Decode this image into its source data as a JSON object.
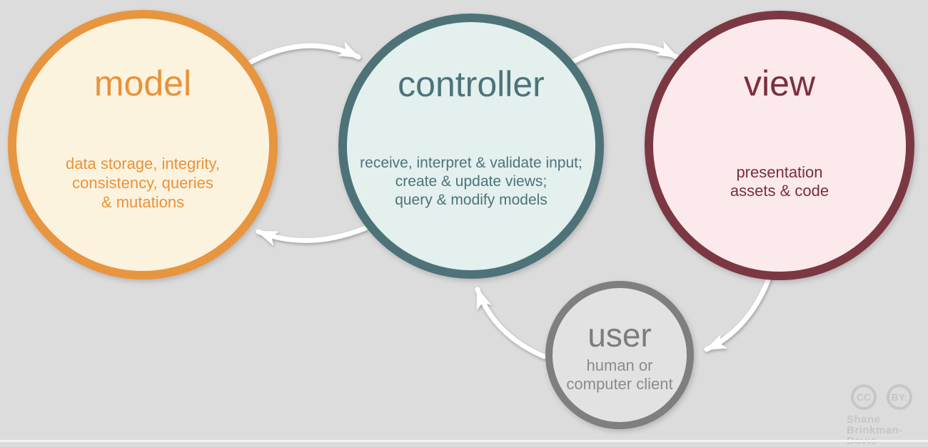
{
  "background_color": "#dcdcdc",
  "nodes": {
    "model": {
      "title": "model",
      "description_lines": [
        "data storage, integrity,",
        "consistency, queries",
        "& mutations"
      ],
      "border_color": "#e8953f",
      "fill_color": "#fcf3df",
      "text_color": "#e8923a"
    },
    "controller": {
      "title": "controller",
      "description_lines": [
        "receive, interpret & validate input;",
        "create & update views;",
        "query & modify models"
      ],
      "border_color": "#4d7378",
      "fill_color": "#e3f0ee",
      "text_color": "#4e737a"
    },
    "view": {
      "title": "view",
      "description_lines": [
        "presentation",
        "assets & code"
      ],
      "border_color": "#7b3843",
      "fill_color": "#fbe9eb",
      "text_color": "#7a2f3d"
    },
    "user": {
      "title": "user",
      "description_lines": [
        "human or",
        "computer client"
      ],
      "border_color": "#7f7f7f",
      "fill_color": "#e2e2e2",
      "text_color": "#7c7c7c"
    }
  },
  "arrows": {
    "color": "#ffffff",
    "items": [
      "model-to-controller",
      "controller-to-view",
      "view-to-user",
      "user-to-controller",
      "controller-to-model"
    ]
  },
  "attribution": {
    "badges": [
      {
        "label": "CC"
      },
      {
        "label": "BY:"
      }
    ],
    "name_lines": [
      "Shane",
      "Brinkman-Davis"
    ],
    "color": "#c6c6c6"
  }
}
